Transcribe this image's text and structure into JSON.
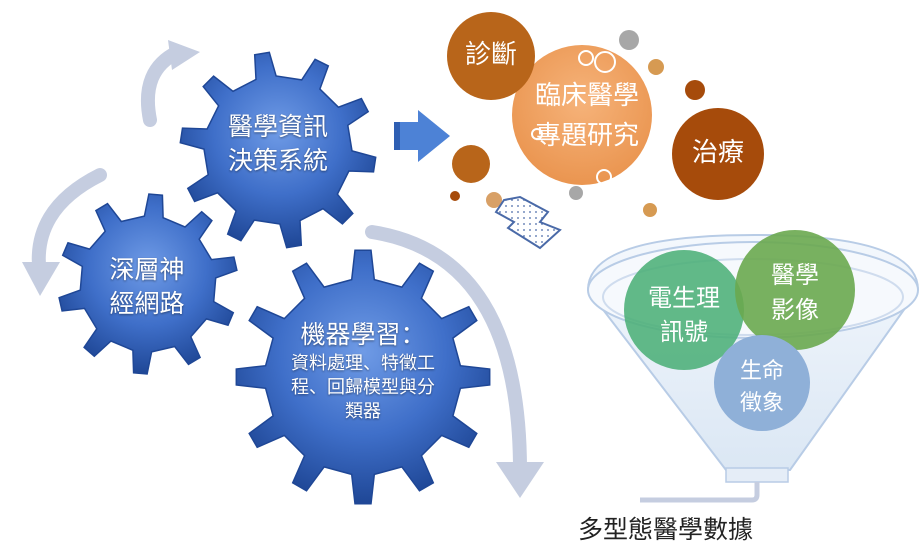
{
  "gears": {
    "decision": [
      "醫學資訊",
      "決策系統"
    ],
    "deep": [
      "深層神",
      "經網路"
    ],
    "ml_title": "機器學習：",
    "ml_lines": [
      "資料處理、特徵工",
      "程、回歸模型與分",
      "類器"
    ]
  },
  "bubbles": {
    "diagnosis": "診斷",
    "project": [
      "臨床醫學",
      "專題研究"
    ],
    "treatment": "治療"
  },
  "funnel": {
    "signal": [
      "電生理",
      "訊號"
    ],
    "imaging": [
      "醫學",
      "影像"
    ],
    "vitals": [
      "生命",
      "徵象"
    ]
  },
  "caption": "多型態醫學數據",
  "colors": {
    "gear": "#3f6fc9",
    "gear_dark": "#1f4796",
    "arrow": "#c5cde0",
    "bubble_brown": "#b8651a",
    "bubble_orange": "#f0a060",
    "bubble_dark": "#a64b0b",
    "funnel_green": "#4caf78",
    "funnel_olive": "#6aa84f",
    "funnel_blue": "#8fb0d8"
  }
}
